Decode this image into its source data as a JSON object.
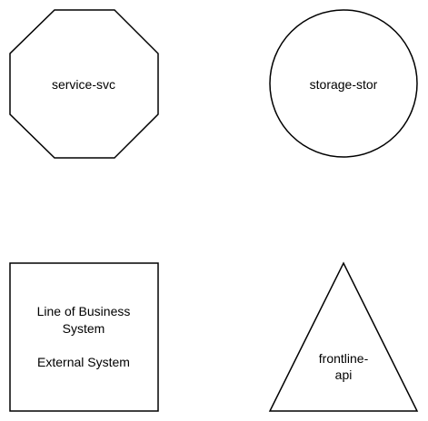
{
  "diagram": {
    "shapes": {
      "service": {
        "kind": "octagon",
        "label": "service-svc"
      },
      "storage": {
        "kind": "circle",
        "label": "storage-stor"
      },
      "external": {
        "kind": "rectangle",
        "label_line1": "Line of Business",
        "label_line2": "System",
        "label_line3": "External System"
      },
      "frontline": {
        "kind": "triangle",
        "label_line1": "frontline-",
        "label_line2": "api"
      }
    },
    "colors": {
      "stroke": "#000000",
      "fill": "#ffffff",
      "text": "#000000"
    }
  }
}
